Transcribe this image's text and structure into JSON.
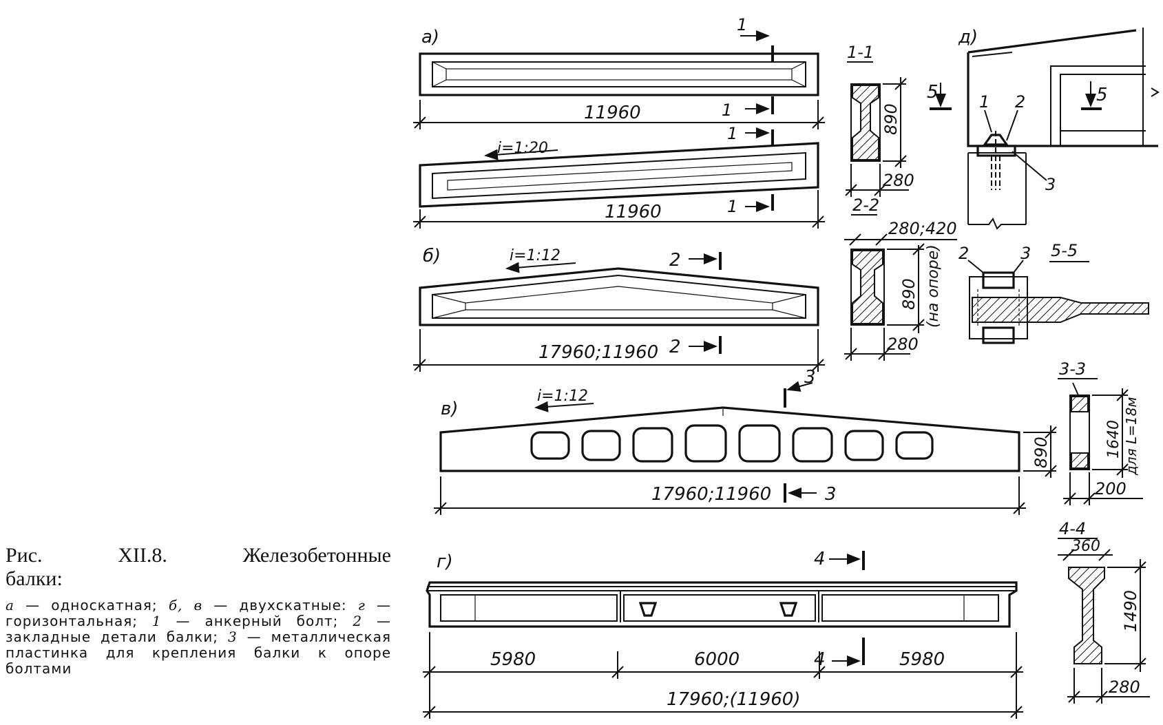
{
  "caption": {
    "title_line1": "Рис.  XII.8.  Железобетонные",
    "title_line2": "балки:",
    "body": [
      {
        "key": "а",
        "text": " — односкатная;  "
      },
      {
        "key": "б, в",
        "text": " — двухскатные:  "
      },
      {
        "key": "г",
        "text": " — горизонтальная;  "
      },
      {
        "key": "1",
        "text": " — анкерный болт;  "
      },
      {
        "key": "2",
        "text": " — закладные детали балки;  "
      },
      {
        "key": "3",
        "text": " — металлическая пластинка для крепления балки к опоре болтами"
      }
    ]
  },
  "views": {
    "a": {
      "label": "а)",
      "dim1": "11960",
      "dim2": "11960",
      "slope": "i=1:20",
      "sec_mark": "1"
    },
    "b": {
      "label": "б)",
      "dim": "17960;11960",
      "slope": "i=1:12",
      "sec_mark": "2"
    },
    "v": {
      "label": "в)",
      "dim": "17960;11960",
      "slope": "i=1:12",
      "height": "890",
      "sec_mark": "3"
    },
    "g": {
      "label": "г)",
      "dim_left": "5980",
      "dim_mid": "6000",
      "dim_right": "5980",
      "dim_total": "17960;(11960)",
      "sec_mark": "4"
    },
    "d": {
      "label": "д)",
      "sec_mark": "5",
      "callout_1": "1",
      "callout_2": "2",
      "callout_3": "3"
    }
  },
  "sections": {
    "s11": {
      "label": "1-1",
      "height": "890",
      "width": "280"
    },
    "s22": {
      "label": "2-2",
      "top_width": "280;420",
      "height": "890",
      "note": "(на опоре)",
      "width": "280"
    },
    "s33": {
      "label": "3-3",
      "height": "1640",
      "note": "для L=18м",
      "width": "200"
    },
    "s44": {
      "label": "4-4",
      "top_width": "360",
      "height": "1490",
      "width": "280"
    },
    "s55": {
      "label": "5-5",
      "callout_2": "2",
      "callout_3": "3"
    }
  }
}
